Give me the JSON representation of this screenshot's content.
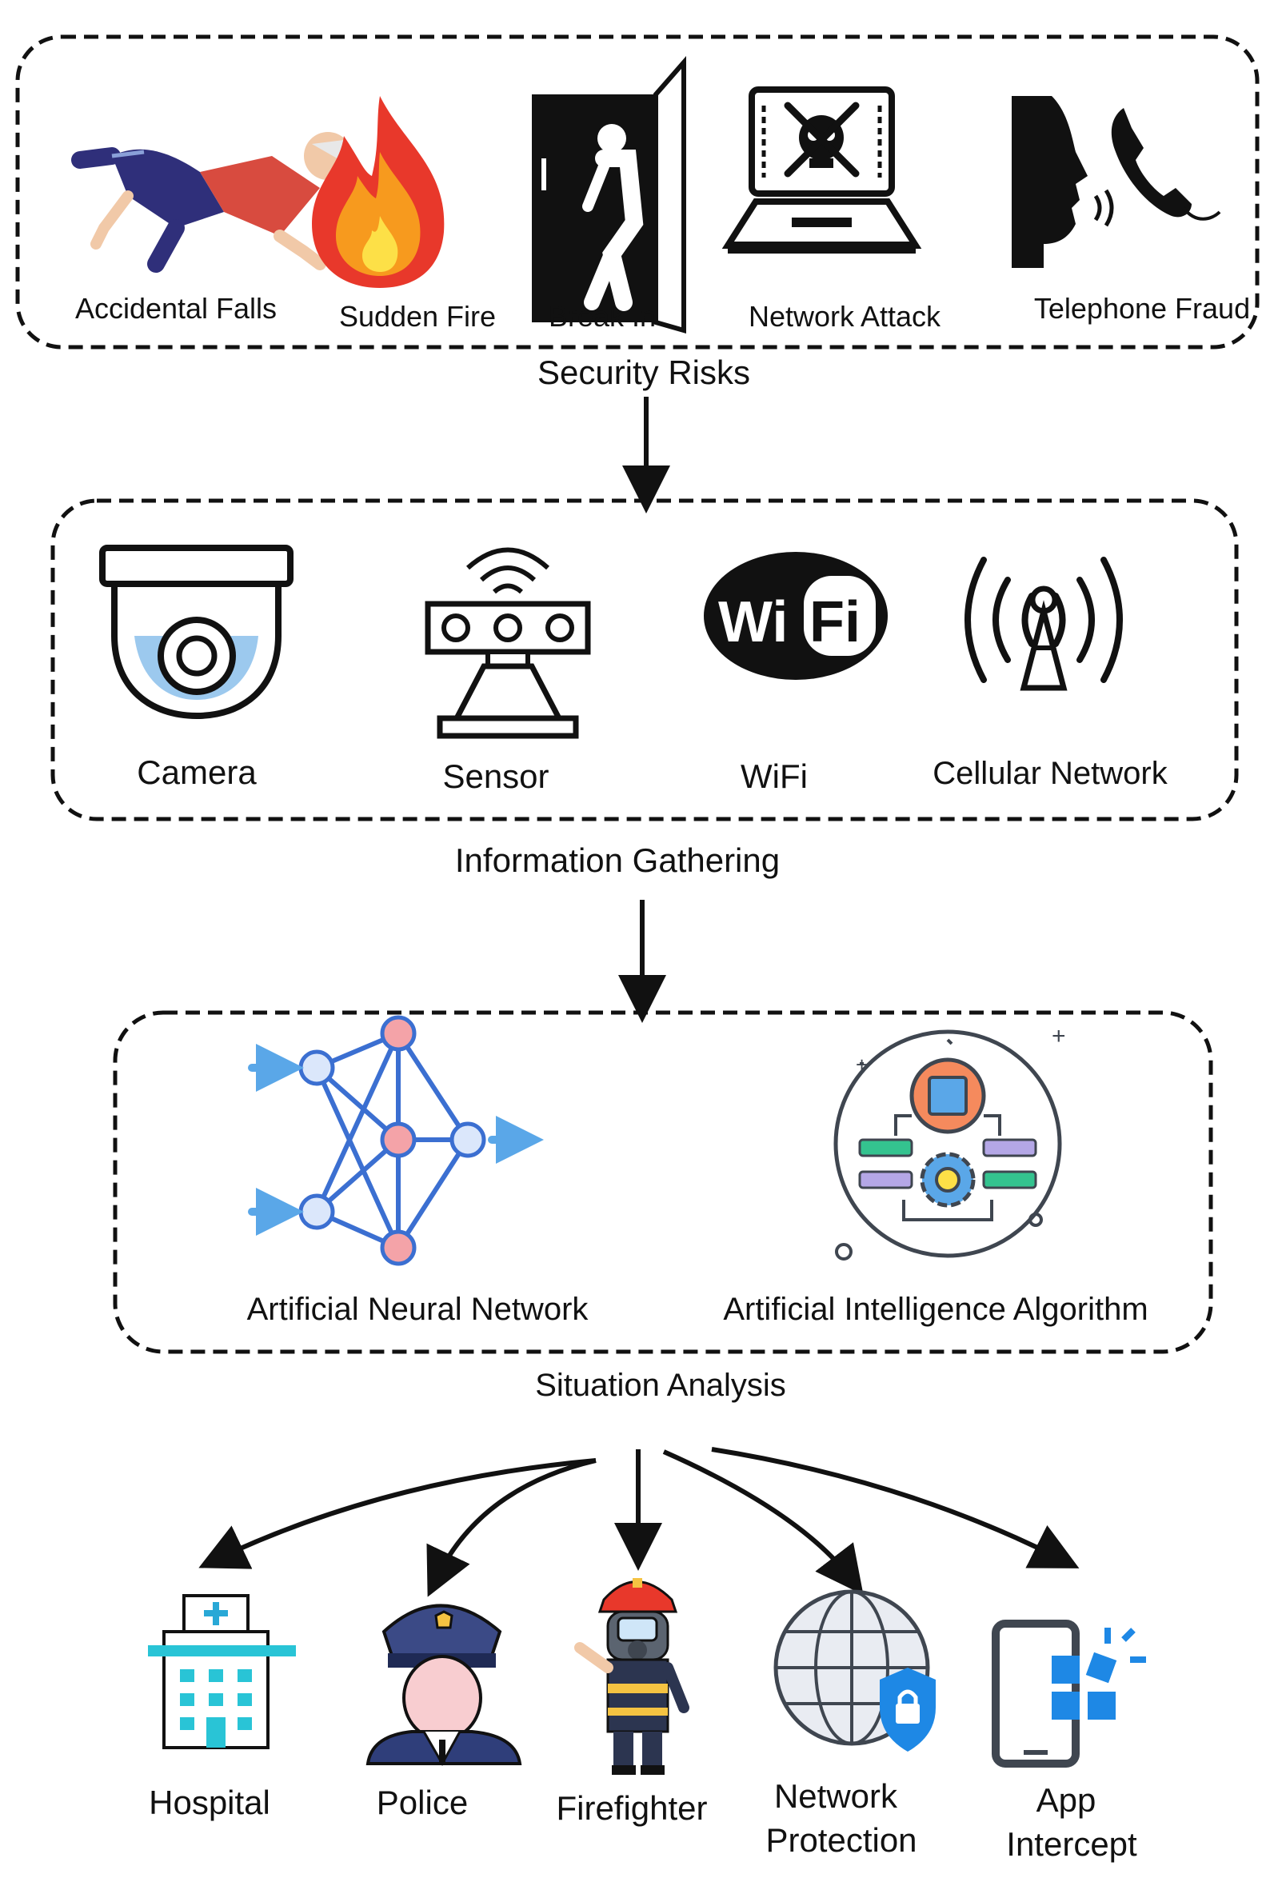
{
  "stages": {
    "security_risks": {
      "title": "Security Risks",
      "items": [
        {
          "label": "Accidental Falls",
          "icon": "falling-person-icon"
        },
        {
          "label": "Sudden Fire",
          "icon": "fire-icon"
        },
        {
          "label": "Break In",
          "icon": "break-in-icon"
        },
        {
          "label": "Network Attack",
          "icon": "hacked-laptop-icon"
        },
        {
          "label": "Telephone Fraud",
          "icon": "phone-fraud-icon"
        }
      ]
    },
    "information_gathering": {
      "title": "Information Gathering",
      "items": [
        {
          "label": "Camera",
          "icon": "camera-icon"
        },
        {
          "label": "Sensor",
          "icon": "sensor-icon"
        },
        {
          "label": "WiFi",
          "icon": "wifi-icon"
        },
        {
          "label": "Cellular Network",
          "icon": "cell-tower-icon"
        }
      ]
    },
    "situation_analysis": {
      "title": "Situation Analysis",
      "items": [
        {
          "label": "Artificial Neural Network",
          "icon": "neural-network-icon"
        },
        {
          "label": "Artificial Intelligence Algorithm",
          "icon": "ai-algorithm-icon"
        }
      ]
    },
    "responses": {
      "items": [
        {
          "label": "Hospital",
          "icon": "hospital-icon"
        },
        {
          "label": "Police",
          "icon": "police-icon"
        },
        {
          "label": "Firefighter",
          "icon": "firefighter-icon"
        },
        {
          "label_line1": "Network",
          "label_line2": "Protection",
          "icon": "network-protection-icon"
        },
        {
          "label_line1": "App",
          "label_line2": "Intercept",
          "icon": "app-intercept-icon"
        }
      ]
    }
  },
  "colors": {
    "border": "#111111",
    "accent_blue": "#3b82f6",
    "node_pink": "#f4a3a8",
    "node_light": "#dbe7fb",
    "fire_red": "#e8382b",
    "fire_orange": "#f79a1e",
    "fire_yellow": "#fde047"
  }
}
